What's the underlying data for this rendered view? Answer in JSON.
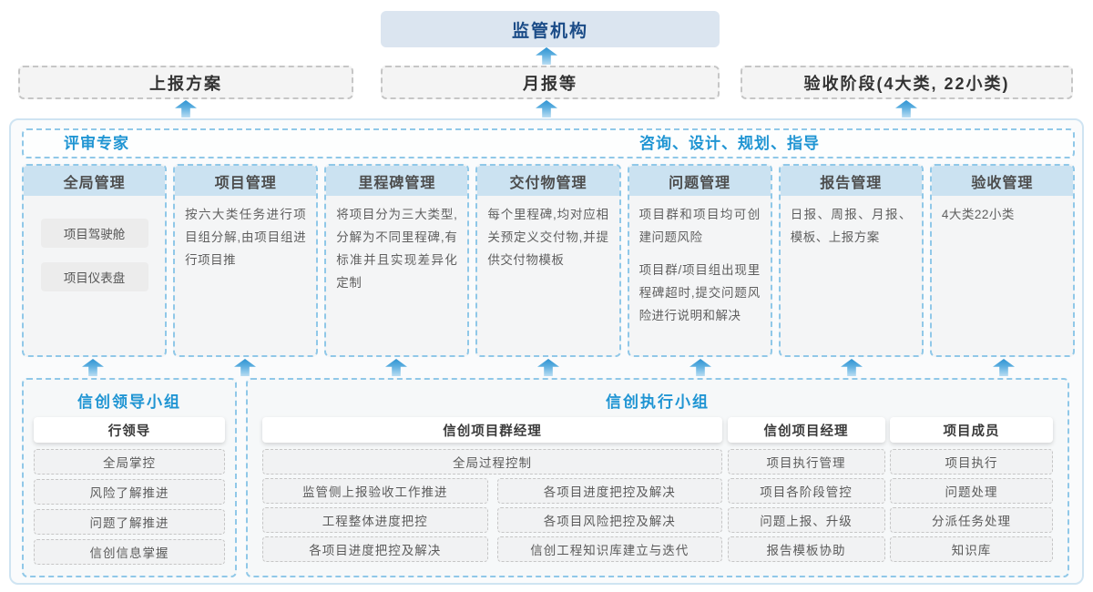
{
  "top": {
    "regulator_label": "监管机构",
    "outputs": [
      {
        "label": "上报方案"
      },
      {
        "label": "月报等"
      },
      {
        "label": "验收阶段(4大类, 22小类)"
      }
    ]
  },
  "platform": {
    "left_header": "评审专家",
    "right_header": "咨询、设计、规划、指导",
    "columns": [
      {
        "title": "全局管理",
        "pills": [
          "项目驾驶舱",
          "项目仪表盘"
        ],
        "paragraphs": []
      },
      {
        "title": "项目管理",
        "pills": [],
        "paragraphs": [
          "按六大类任务进行项目组分解,由项目组进行项目推"
        ]
      },
      {
        "title": "里程碑管理",
        "pills": [],
        "paragraphs": [
          "将项目分为三大类型,分解为不同里程碑,有标准并且实现差异化定制"
        ]
      },
      {
        "title": "交付物管理",
        "pills": [],
        "paragraphs": [
          "每个里程碑,均对应相关预定义交付物,并提供交付物模板"
        ]
      },
      {
        "title": "问题管理",
        "pills": [],
        "paragraphs": [
          "项目群和项目均可创建问题风险",
          "项目群/项目组出现里程碑超时,提交问题风险进行说明和解决"
        ]
      },
      {
        "title": "报告管理",
        "pills": [],
        "paragraphs": [
          "日报、周报、月报、模板、上报方案"
        ]
      },
      {
        "title": "验收管理",
        "pills": [],
        "paragraphs": [
          "4大类22小类"
        ]
      }
    ]
  },
  "bottom": {
    "leader_group": {
      "title": "信创领导小组",
      "role": "行领导",
      "items": [
        "全局掌控",
        "风险了解推进",
        "问题了解推进",
        "信创信息掌握"
      ]
    },
    "exec_group": {
      "title": "信创执行小组",
      "roles": {
        "program_manager": {
          "name": "信创项目群经理",
          "full_item": "全局过程控制",
          "left_items": [
            "监管侧上报验收工作推进",
            "工程整体进度把控",
            "各项目进度把控及解决"
          ],
          "right_items": [
            "各项目进度把控及解决",
            "各项目风险把控及解决",
            "信创工程知识库建立与迭代"
          ]
        },
        "project_manager": {
          "name": "信创项目经理",
          "items": [
            "项目执行管理",
            "项目各阶段管控",
            "问题上报、升级",
            "报告模板协助"
          ]
        },
        "member": {
          "name": "项目成员",
          "items": [
            "项目执行",
            "问题处理",
            "分派任务处理",
            "知识库"
          ]
        }
      }
    }
  },
  "colors": {
    "accent_blue": "#2095d3",
    "navy": "#1a4b87",
    "regulator_bg": "#dbe5f0",
    "column_header_bg": "#cbe2f1",
    "dashed_blue_border": "#90c8e8",
    "arrow_gradient_top": "#2d93d2",
    "arrow_gradient_bottom": "#b9ddf3"
  }
}
